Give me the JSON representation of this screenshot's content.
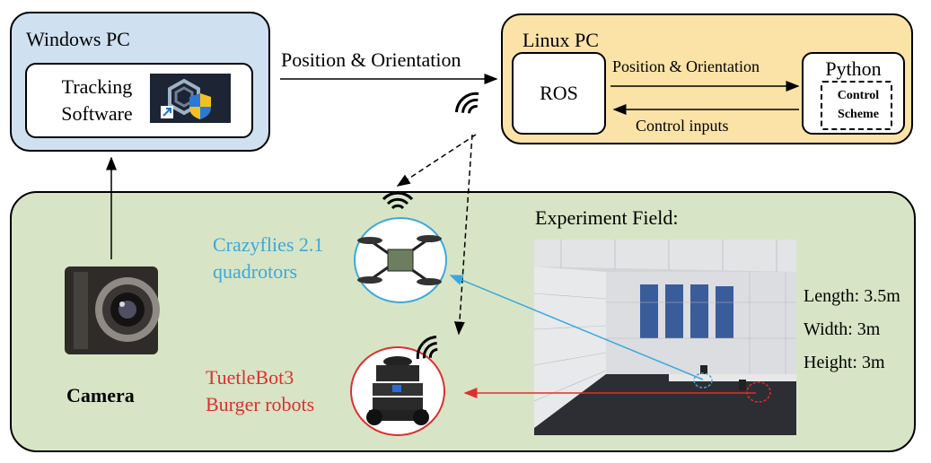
{
  "windows_pc": {
    "title": "Windows PC",
    "software_line1": "Tracking",
    "software_line2": "Software"
  },
  "link": {
    "position_orientation": "Position & Orientation"
  },
  "linux_pc": {
    "title": "Linux PC",
    "ros_label": "ROS",
    "python_label": "Python",
    "control_line1": "Control",
    "control_line2": "Scheme",
    "to_python": "Position & Orientation",
    "to_ros": "Control inputs"
  },
  "field": {
    "title": "Experiment Field:",
    "camera_label": "Camera",
    "crazyflie_line1": "Crazyflies 2.1",
    "crazyflie_line2": "quadrotors",
    "tb3_line1": "TuetleBot3",
    "tb3_line2": "Burger robots",
    "length": "Length: 3.5m",
    "width": "Width: 3m",
    "height": "Height: 3m"
  },
  "colors": {
    "crazyflie": "#3ba8dd",
    "turtlebot": "#dd2f2f",
    "windows_bg": "#cfe0f0",
    "linux_bg": "#fbe3a8",
    "field_bg": "#d7e5c6"
  }
}
